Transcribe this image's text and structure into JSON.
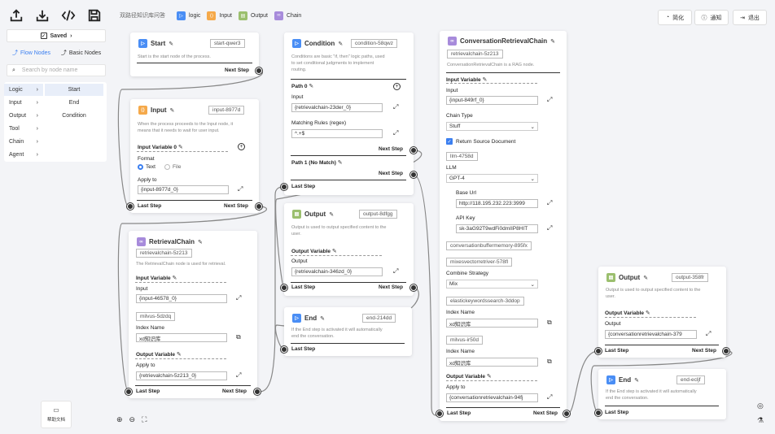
{
  "toolbar": {
    "saved": "Saved",
    "tab_flow": "Flow Nodes",
    "tab_basic": "Basic Nodes",
    "search_placeholder": "Search by node name"
  },
  "categories": [
    {
      "label": "Logic"
    },
    {
      "label": "Input"
    },
    {
      "label": "Output"
    },
    {
      "label": "Tool"
    },
    {
      "label": "Chain"
    },
    {
      "label": "Agent"
    }
  ],
  "subitems": [
    {
      "label": "Start"
    },
    {
      "label": "End"
    },
    {
      "label": "Condition"
    }
  ],
  "help": "帮助文档",
  "breadcrumb": "双路径知识库问答",
  "legend": [
    {
      "label": "logic",
      "color": "#4a8ef5"
    },
    {
      "label": "Input",
      "color": "#f5a94a"
    },
    {
      "label": "Output",
      "color": "#9bbf6e"
    },
    {
      "label": "Chain",
      "color": "#a78bdb"
    }
  ],
  "top_right": {
    "simplify": "简化",
    "notify": "通知",
    "logout": "退出"
  },
  "nodes": {
    "start": {
      "title": "Start",
      "id": "start-qwer3",
      "desc": "Start is the start node of the process.",
      "next": "Next Step"
    },
    "input": {
      "title": "Input",
      "id": "input-8977d",
      "desc1": "When the process proceeds to the Input node, it",
      "desc2": "means that it needs to wait for user input.",
      "var": "Input Variable 0",
      "format": "Format",
      "opt_text": "Text",
      "opt_file": "File",
      "apply": "Apply to",
      "apply_val": "{input-8977d_0}",
      "last": "Last Step",
      "next": "Next Step"
    },
    "retrieval": {
      "title": "RetrievalChain",
      "id": "retrievalchain-5z213",
      "desc": "The RetrievalChain node is used for retrieval.",
      "input_var": "Input Variable",
      "input": "Input",
      "input_val": "{input-46578_0}",
      "milvus": "milvus-5dzdq",
      "index_name": "Index Name",
      "index_val": "xd知识库",
      "output_var": "Output Variable",
      "apply": "Apply to",
      "apply_val": "{retrievalchain-5z213_0}",
      "last": "Last Step",
      "next": "Next Step"
    },
    "condition": {
      "title": "Condition",
      "id": "condition-58qwz",
      "desc1": "Conditions are basic \"if, then\" logic paths, used",
      "desc2": "to set conditional judgments to implement",
      "desc3": "routing.",
      "path0": "Path 0",
      "input": "Input",
      "input_val": "{retrievalchain-23der_0}",
      "rules": "Matching Rules (regex)",
      "rules_val": "^.+$",
      "next": "Next Step",
      "path1": "Path 1 (No Match)",
      "next2": "Next Step",
      "last": "Last Step"
    },
    "output1": {
      "title": "Output",
      "id": "output-8dfgg",
      "desc1": "Output is used to output specified content to the",
      "desc2": "user.",
      "var": "Output Variable",
      "output": "Output",
      "output_val": "{retrievalchain-346zd_0}",
      "last": "Last Step",
      "next": "Next Step"
    },
    "end1": {
      "title": "End",
      "id": "end-214dd",
      "desc1": "If the End step is activated it will automatically",
      "desc2": "end the conversation.",
      "last": "Last Step"
    },
    "conv": {
      "title": "ConversationRetrievalChain",
      "id": "retrievalchain-5z213",
      "desc": "ConversationRetrievalChain is a RAG node.",
      "input_var": "Input Variable",
      "input": "Input",
      "input_val": "{input-849rf_0}",
      "chain_type": "Chain Type",
      "chain_val": "Stuff",
      "return_src": "Return Source Document",
      "llm_id": "llm-4758d",
      "llm": "LLM",
      "llm_val": "GPT-4",
      "base_url": "Base Url",
      "base_url_val": "http://118.195.232.223:3999",
      "api_key": "API Key",
      "api_key_val": "sk-3aG92T9wdFi0dmIIP8HIT",
      "memory": "conversationbuffermemory-895fx",
      "retriever": "mixesvectorretriver-578fl",
      "combine": "Combine Strategy",
      "combine_val": "Mix",
      "es": "elastickeywordssearch-3ddop",
      "index_name": "Index Name",
      "index_val": "xd知识库",
      "milvus": "milvus-ir50d",
      "index_name2": "Index Name",
      "index_val2": "xd知识库",
      "output_var": "Output Variable",
      "apply": "Apply to",
      "apply_val": "{conversationretrievalchain-94fj",
      "last": "Last Step",
      "next": "Next Step"
    },
    "output2": {
      "title": "Output",
      "id": "output-358fr",
      "desc1": "Output is used to output specified content to the",
      "desc2": "user.",
      "var": "Output Variable",
      "output": "Output",
      "output_val": "{conversationretrievalchain-379",
      "last": "Last Step",
      "next": "Next Step"
    },
    "end2": {
      "title": "End",
      "id": "end-ecljf",
      "desc1": "If the End step is activated it will automatically",
      "desc2": "end the conversation.",
      "last": "Last Step"
    }
  }
}
